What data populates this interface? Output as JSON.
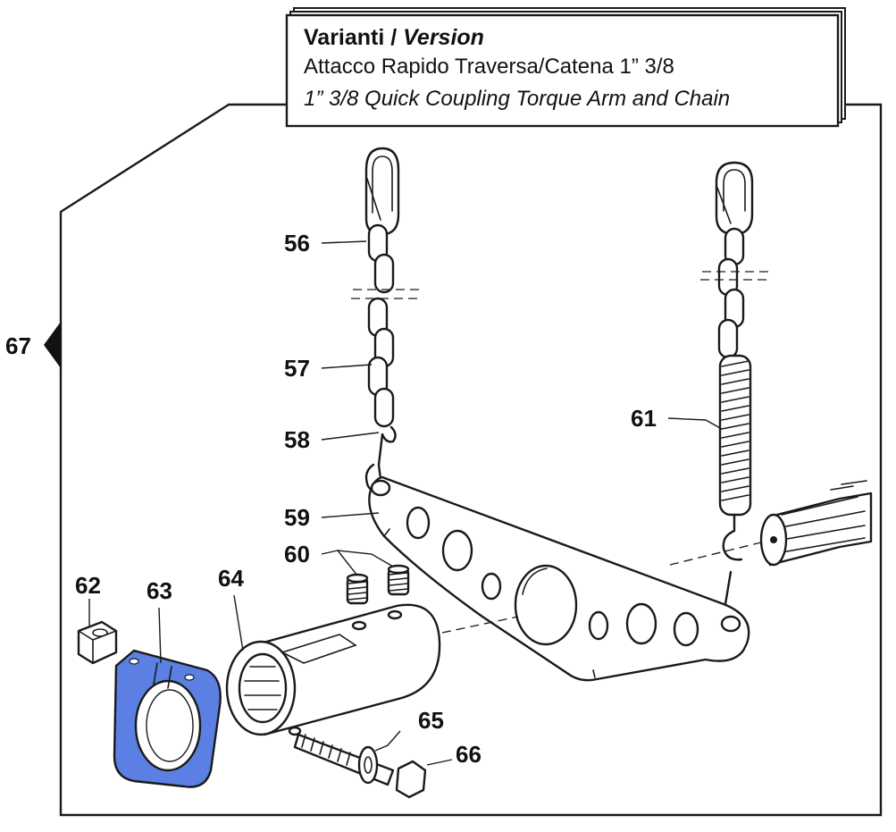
{
  "title_box": {
    "line1_a": "Varianti",
    "line1_sep": " / ",
    "line1_b": "Version",
    "line2": "Attacco Rapido Traversa/Catena 1” 3/8",
    "line3": "1” 3/8 Quick Coupling Torque Arm and Chain"
  },
  "callouts": {
    "c56": "56",
    "c57": "57",
    "c58": "58",
    "c59": "59",
    "c60": "60",
    "c61": "61",
    "c62": "62",
    "c63": "63",
    "c64": "64",
    "c65": "65",
    "c66": "66",
    "c67": "67"
  },
  "colors": {
    "highlight": "#5b7fe3",
    "line": "#1a1a1a"
  }
}
